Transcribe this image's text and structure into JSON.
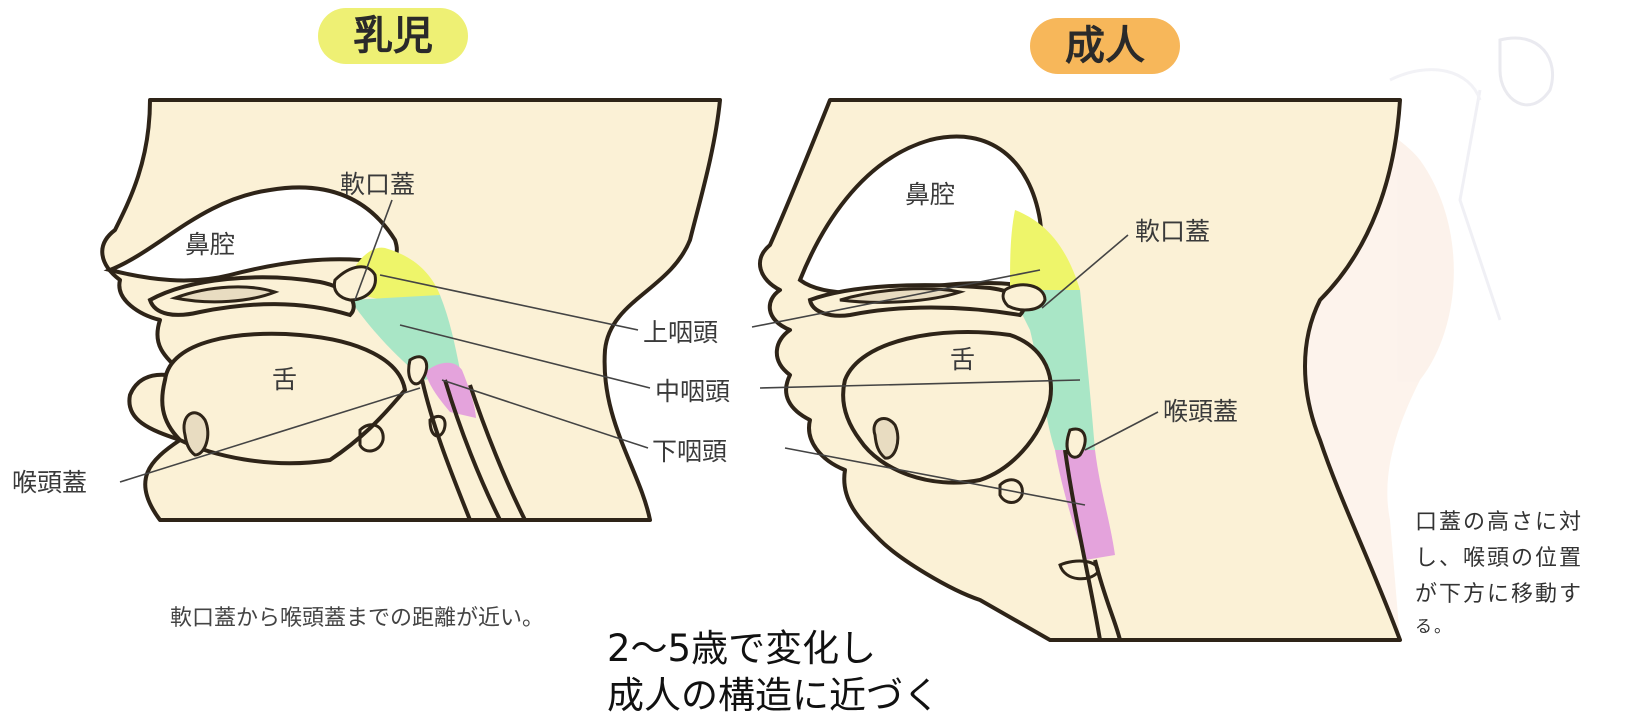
{
  "titles": {
    "infant": "乳児",
    "adult": "成人"
  },
  "colors": {
    "infant_badge": "#eef074",
    "adult_badge": "#f7b75a",
    "soft_palate_region": "#eef56a",
    "mid_pharynx_region": "#a9e6c6",
    "lower_pharynx_region": "#e4a3dc",
    "skin": "#fbf1d6",
    "outline": "#2e2418"
  },
  "infant": {
    "soft_palate": "軟口蓋",
    "nasal_cavity": "鼻腔",
    "tongue": "舌",
    "epiglottis": "喉頭蓋"
  },
  "adult": {
    "nasal_cavity": "鼻腔",
    "soft_palate": "軟口蓋",
    "tongue": "舌",
    "epiglottis": "喉頭蓋"
  },
  "center_labels": {
    "upper_pharynx": "上咽頭",
    "mid_pharynx": "中咽頭",
    "lower_pharynx": "下咽頭"
  },
  "notes": {
    "infant_note": "軟口蓋から喉頭蓋までの距離が近い。",
    "change_line1": "2〜5歳で変化し",
    "change_line2": "成人の構造に近づく",
    "adult_note_line1": "口蓋の高さに対",
    "adult_note_line2": "し、喉頭の位置",
    "adult_note_line3": "が下方に移動す",
    "adult_note_line4": "る。"
  }
}
